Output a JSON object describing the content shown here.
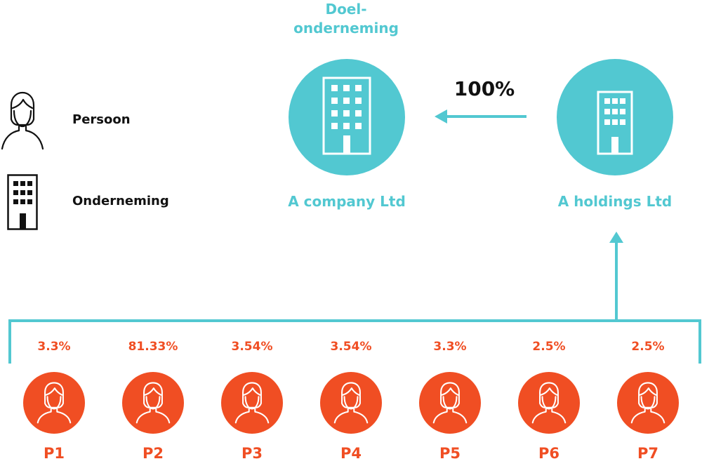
{
  "legend": {
    "person_label": "Persoon",
    "company_label": "Onderneming"
  },
  "target": {
    "title_line1": "Doel-",
    "title_line2": "onderneming",
    "company_name": "A company Ltd"
  },
  "holding": {
    "company_name": "A holdings Ltd",
    "ownership": "100%"
  },
  "shareholders": [
    {
      "name": "P1",
      "pct": "3.3%"
    },
    {
      "name": "P2",
      "pct": "81.33%"
    },
    {
      "name": "P3",
      "pct": "3.54%"
    },
    {
      "name": "P4",
      "pct": "3.54%"
    },
    {
      "name": "P5",
      "pct": "3.3%"
    },
    {
      "name": "P6",
      "pct": "2.5%"
    },
    {
      "name": "P7",
      "pct": "2.5%"
    }
  ],
  "colors": {
    "teal": "#52C8D1",
    "orange": "#F04E23",
    "black": "#111111"
  },
  "icons": {
    "person": "person-icon",
    "building": "building-icon"
  }
}
